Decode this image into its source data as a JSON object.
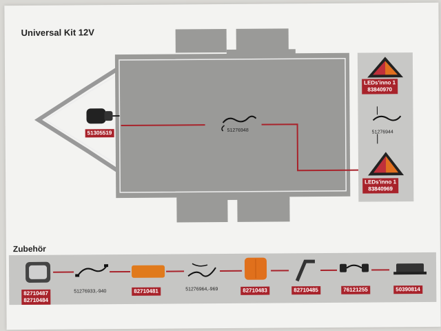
{
  "title": "Universal Kit 12V",
  "trailer": {
    "plug_code": "51305519",
    "cable_code": "51276948"
  },
  "side": {
    "top_lamp_label": "LEDs'inno 1",
    "top_lamp_code": "83840970",
    "cable_code": "51276944",
    "bottom_lamp_label": "LEDs'inno 1",
    "bottom_lamp_code": "83840969"
  },
  "accessories": {
    "heading": "Zubehör",
    "items": [
      {
        "code1": "82710487",
        "code2": "82710484"
      },
      {
        "plain": "51276933,-940"
      },
      {
        "code1": "82710481"
      },
      {
        "plain": "51276964,-969"
      },
      {
        "code1": "82710483"
      },
      {
        "code1": "82710485"
      },
      {
        "code1": "76121255"
      },
      {
        "code1": "50390814"
      }
    ]
  },
  "colors": {
    "accent": "#a8232b",
    "trailer": "#9a9a98",
    "panel": "#c8c8c6"
  }
}
